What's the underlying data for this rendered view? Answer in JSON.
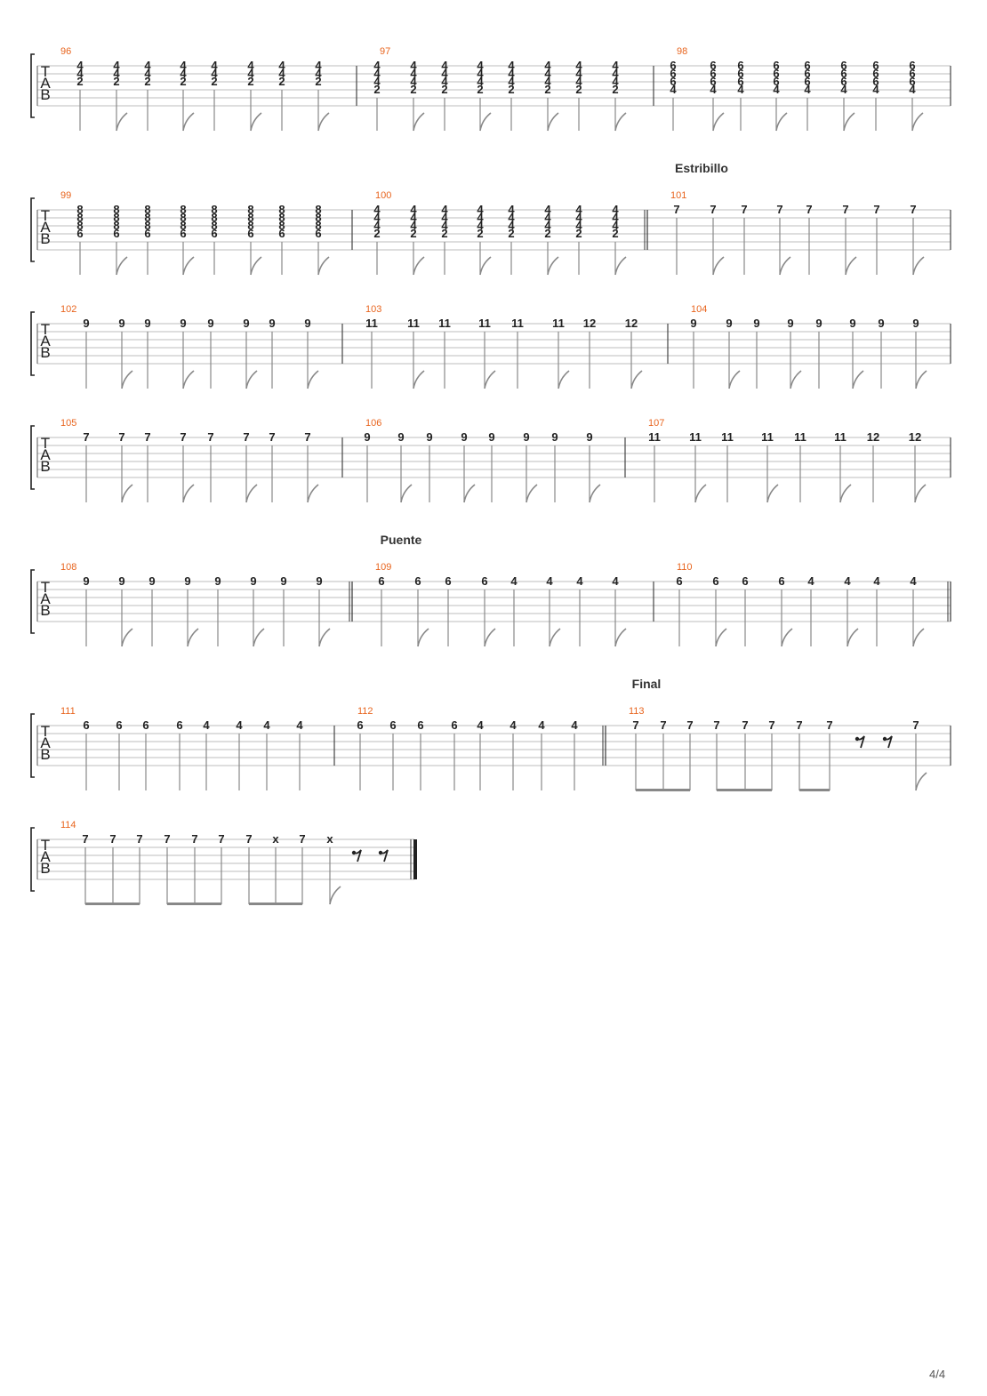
{
  "page": {
    "page_number": "4/4"
  },
  "tab_letters": [
    "T",
    "A",
    "B"
  ],
  "staves": [
    {
      "section": "",
      "measures": [
        {
          "number": "96",
          "beats": [
            [
              "4",
              "4",
              "2"
            ],
            [
              "4",
              "4",
              "2"
            ],
            [
              "4",
              "4",
              "2"
            ],
            [
              "4",
              "4",
              "2"
            ],
            [
              "4",
              "4",
              "2"
            ],
            [
              "4",
              "4",
              "2"
            ],
            [
              "4",
              "4",
              "2"
            ],
            [
              "4",
              "4",
              "2"
            ]
          ]
        },
        {
          "number": "97",
          "beats": [
            [
              "4",
              "4",
              "4",
              "2"
            ],
            [
              "4",
              "4",
              "4",
              "2"
            ],
            [
              "4",
              "4",
              "4",
              "2"
            ],
            [
              "4",
              "4",
              "4",
              "2"
            ],
            [
              "4",
              "4",
              "4",
              "2"
            ],
            [
              "4",
              "4",
              "4",
              "2"
            ],
            [
              "4",
              "4",
              "4",
              "2"
            ],
            [
              "4",
              "4",
              "4",
              "2"
            ]
          ]
        },
        {
          "number": "98",
          "beats": [
            [
              "6",
              "6",
              "6",
              "4"
            ],
            [
              "6",
              "6",
              "6",
              "4"
            ],
            [
              "6",
              "6",
              "6",
              "4"
            ],
            [
              "6",
              "6",
              "6",
              "4"
            ],
            [
              "6",
              "6",
              "6",
              "4"
            ],
            [
              "6",
              "6",
              "6",
              "4"
            ],
            [
              "6",
              "6",
              "6",
              "4"
            ],
            [
              "6",
              "6",
              "6",
              "4"
            ]
          ]
        }
      ]
    },
    {
      "section": "Estribillo",
      "measures": [
        {
          "number": "99",
          "beats": [
            [
              "8",
              "8",
              "8",
              "6"
            ],
            [
              "8",
              "8",
              "8",
              "6"
            ],
            [
              "8",
              "8",
              "8",
              "6"
            ],
            [
              "8",
              "8",
              "8",
              "6"
            ],
            [
              "8",
              "8",
              "8",
              "6"
            ],
            [
              "8",
              "8",
              "8",
              "6"
            ],
            [
              "8",
              "8",
              "8",
              "6"
            ],
            [
              "8",
              "8",
              "8",
              "6"
            ]
          ]
        },
        {
          "number": "100",
          "beats": [
            [
              "4",
              "4",
              "4",
              "2"
            ],
            [
              "4",
              "4",
              "4",
              "2"
            ],
            [
              "4",
              "4",
              "4",
              "2"
            ],
            [
              "4",
              "4",
              "4",
              "2"
            ],
            [
              "4",
              "4",
              "4",
              "2"
            ],
            [
              "4",
              "4",
              "4",
              "2"
            ],
            [
              "4",
              "4",
              "4",
              "2"
            ],
            [
              "4",
              "4",
              "4",
              "2"
            ]
          ]
        },
        {
          "number": "101",
          "beats": [
            [
              "7"
            ],
            [
              "7"
            ],
            [
              "7"
            ],
            [
              "7"
            ],
            [
              "7"
            ],
            [
              "7"
            ],
            [
              "7"
            ],
            [
              "7"
            ]
          ]
        }
      ]
    },
    {
      "section": "",
      "measures": [
        {
          "number": "102",
          "beats": [
            [
              "9"
            ],
            [
              "9"
            ],
            [
              "9"
            ],
            [
              "9"
            ],
            [
              "9"
            ],
            [
              "9"
            ],
            [
              "9"
            ],
            [
              "9"
            ]
          ]
        },
        {
          "number": "103",
          "beats": [
            [
              "11"
            ],
            [
              "11"
            ],
            [
              "11"
            ],
            [
              "11"
            ],
            [
              "11"
            ],
            [
              "11"
            ],
            [
              "12"
            ],
            [
              "12"
            ]
          ]
        },
        {
          "number": "104",
          "beats": [
            [
              "9"
            ],
            [
              "9"
            ],
            [
              "9"
            ],
            [
              "9"
            ],
            [
              "9"
            ],
            [
              "9"
            ],
            [
              "9"
            ],
            [
              "9"
            ]
          ]
        }
      ]
    },
    {
      "section": "",
      "measures": [
        {
          "number": "105",
          "beats": [
            [
              "7"
            ],
            [
              "7"
            ],
            [
              "7"
            ],
            [
              "7"
            ],
            [
              "7"
            ],
            [
              "7"
            ],
            [
              "7"
            ],
            [
              "7"
            ]
          ]
        },
        {
          "number": "106",
          "beats": [
            [
              "9"
            ],
            [
              "9"
            ],
            [
              "9"
            ],
            [
              "9"
            ],
            [
              "9"
            ],
            [
              "9"
            ],
            [
              "9"
            ],
            [
              "9"
            ]
          ]
        },
        {
          "number": "107",
          "beats": [
            [
              "11"
            ],
            [
              "11"
            ],
            [
              "11"
            ],
            [
              "11"
            ],
            [
              "11"
            ],
            [
              "11"
            ],
            [
              "12"
            ],
            [
              "12"
            ]
          ]
        }
      ]
    },
    {
      "section": "Puente",
      "measures": [
        {
          "number": "108",
          "beats": [
            [
              "9"
            ],
            [
              "9"
            ],
            [
              "9"
            ],
            [
              "9"
            ],
            [
              "9"
            ],
            [
              "9"
            ],
            [
              "9"
            ],
            [
              "9"
            ]
          ]
        },
        {
          "number": "109",
          "beats": [
            [
              "6"
            ],
            [
              "6"
            ],
            [
              "6"
            ],
            [
              "6"
            ],
            [
              "4"
            ],
            [
              "4"
            ],
            [
              "4"
            ],
            [
              "4"
            ]
          ]
        },
        {
          "number": "110",
          "beats": [
            [
              "6"
            ],
            [
              "6"
            ],
            [
              "6"
            ],
            [
              "6"
            ],
            [
              "4"
            ],
            [
              "4"
            ],
            [
              "4"
            ],
            [
              "4"
            ]
          ]
        }
      ]
    },
    {
      "section": "Final",
      "measures": [
        {
          "number": "111",
          "beats": [
            [
              "6"
            ],
            [
              "6"
            ],
            [
              "6"
            ],
            [
              "6"
            ],
            [
              "4"
            ],
            [
              "4"
            ],
            [
              "4"
            ],
            [
              "4"
            ]
          ]
        },
        {
          "number": "112",
          "beats": [
            [
              "6"
            ],
            [
              "6"
            ],
            [
              "6"
            ],
            [
              "6"
            ],
            [
              "4"
            ],
            [
              "4"
            ],
            [
              "4"
            ],
            [
              "4"
            ]
          ]
        },
        {
          "number": "113",
          "beats": [
            [
              "7"
            ],
            [
              "7"
            ],
            [
              "7"
            ],
            [
              "7"
            ],
            [
              "7"
            ],
            [
              "7"
            ],
            [
              "7"
            ],
            [
              "7"
            ],
            [
              "rest"
            ],
            [
              "rest"
            ],
            [
              "7"
            ]
          ]
        }
      ]
    },
    {
      "section": "",
      "measures": [
        {
          "number": "114",
          "beats": [
            [
              "7"
            ],
            [
              "7"
            ],
            [
              "7"
            ],
            [
              "7"
            ],
            [
              "7"
            ],
            [
              "7"
            ],
            [
              "7"
            ],
            [
              "x"
            ],
            [
              "7"
            ],
            [
              "x"
            ],
            [
              "rest"
            ],
            [
              "rest"
            ]
          ]
        }
      ]
    }
  ]
}
